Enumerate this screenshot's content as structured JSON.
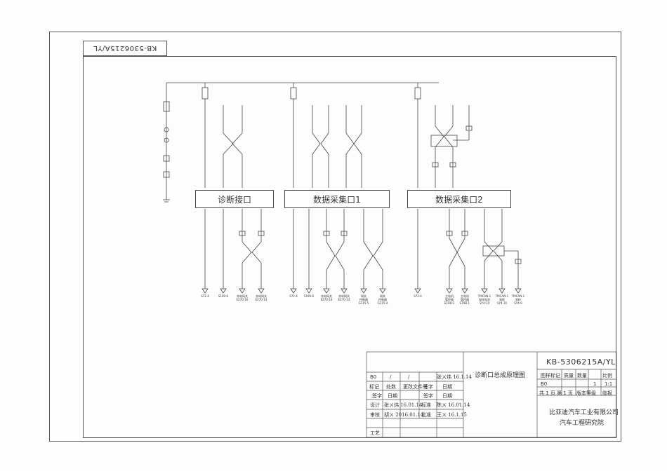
{
  "drawing": {
    "code_flipped": "KB-5306215A/YL",
    "blocks": [
      {
        "label": "诊断接口"
      },
      {
        "label": "数据采集口1"
      },
      {
        "label": "数据采集口2"
      }
    ],
    "bottom_labels": {
      "diag": [
        "S72-4",
        "S199-6",
        "充电网关\nE270-16",
        "充电网关\nE270-13"
      ],
      "dc1": [
        "S72-4",
        "S199-6",
        "充电网关\nE270-16",
        "充电网关\nE270-13",
        "网关\n控制器\nG115-5",
        "网关\n控制器\nG115-4"
      ],
      "dc2": [
        "S72-4",
        "主电机\n管控器\nE198-3",
        "主电机\n管控器\nE198-1",
        "TMCAN-1\n采样电池\nSY4-10",
        "TMCAN-1\n采样\nSY4-10",
        "TMCAN-1\n采样\nSY4-9"
      ]
    }
  },
  "title_block": {
    "drawing_title": "诊断口总成原理图",
    "drawing_number": "KB-5306215A/YL",
    "revision": "B0",
    "col_headers": [
      "标记",
      "处数",
      "更改文件号",
      "签字",
      "日期"
    ],
    "col_headers2": [
      "签字",
      "日期",
      "签字",
      "日期"
    ],
    "row_labels": [
      "设计",
      "审核",
      "工艺"
    ],
    "mid_labels": [
      "标准",
      "批准"
    ],
    "right_headers": [
      "图样标记",
      "质量",
      "数量",
      "比例"
    ],
    "scale": "1:1",
    "qty": "1",
    "sheet_info": "共 1 页 第 1 页",
    "version_label": "版本等级",
    "version_value": "临报",
    "company": "比亚迪汽车工业有限公司",
    "institute": "汽车工程研究院",
    "slash": "/",
    "sig_top": "张ㄨ炜 16.1.14",
    "sig_design": "张ㄨ炜 16.01.14",
    "sig_check": "胡ㄨ 2016.01.14",
    "sig_std": "陈ㄨ 16.01.14",
    "sig_approve": "王ㄨ 16.1.15"
  }
}
